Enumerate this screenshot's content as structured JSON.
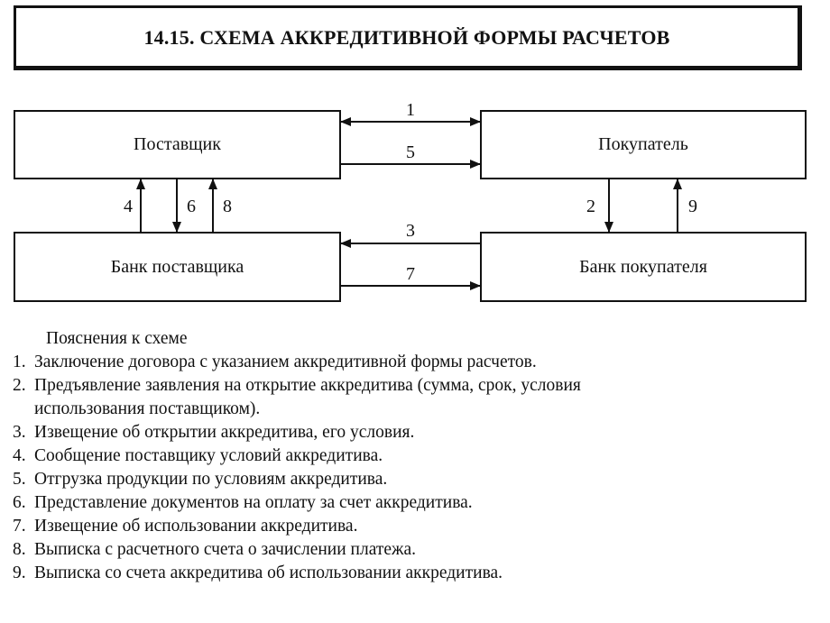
{
  "title": "14.15. СХЕМА АККРЕДИТИВНОЙ ФОРМЫ РАСЧЕТОВ",
  "nodes": {
    "supplier": "Поставщик",
    "buyer": "Покупатель",
    "supplier_bank": "Банк поставщика",
    "buyer_bank": "Банк покупателя"
  },
  "flows": {
    "f1": "1",
    "f2": "2",
    "f3": "3",
    "f4": "4",
    "f5": "5",
    "f6": "6",
    "f7": "7",
    "f8": "8",
    "f9": "9"
  },
  "legend": {
    "title": "Пояснения к схеме",
    "items": [
      {
        "num": "1.",
        "lines": [
          "Заключение договора с указанием аккредитивной формы расчетов."
        ]
      },
      {
        "num": "2.",
        "lines": [
          "Предъявление заявления на открытие аккредитива (сумма, срок, условия",
          "использования поставщиком)."
        ]
      },
      {
        "num": "3.",
        "lines": [
          "Извещение об открытии аккредитива, его условия."
        ]
      },
      {
        "num": "4.",
        "lines": [
          "Сообщение поставщику условий аккредитива."
        ]
      },
      {
        "num": "5.",
        "lines": [
          "Отгрузка продукции по условиям аккредитива."
        ]
      },
      {
        "num": "6.",
        "lines": [
          "Представление документов на оплату за счет аккредитива."
        ]
      },
      {
        "num": "7.",
        "lines": [
          "Извещение об использовании аккредитива."
        ]
      },
      {
        "num": "8.",
        "lines": [
          "Выписка с расчетного счета о зачислении платежа."
        ]
      },
      {
        "num": "9.",
        "lines": [
          "Выписка со счета аккредитива об использовании аккредитива."
        ]
      }
    ]
  }
}
